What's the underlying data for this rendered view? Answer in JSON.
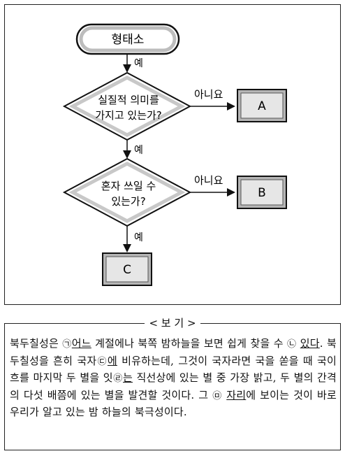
{
  "flowchart": {
    "start": "형태소",
    "decision1": [
      "실질적 의미를",
      "가지고 있는가?"
    ],
    "decision2": [
      "혼자 쓰일 수",
      "있는가?"
    ],
    "yes": "예",
    "no": "아니요",
    "box_a": "A",
    "box_b": "B",
    "box_c": "C"
  },
  "bogi": {
    "title": "< 보 기 >",
    "segments": [
      {
        "text": "   북두칠성은 "
      },
      {
        "text": "㉠",
        "mark": true
      },
      {
        "text": "어느",
        "u": true
      },
      {
        "text": " 계절에나 북쪽 밤하늘을 보면 쉽게 찾을 수 "
      },
      {
        "text": "㉡",
        "mark": true
      },
      {
        "text": " "
      },
      {
        "text": "있다",
        "u": true
      },
      {
        "text": ". 북두칠성을 흔히 국자"
      },
      {
        "text": "㉢",
        "mark": true
      },
      {
        "text": "에",
        "u": true
      },
      {
        "text": " 비유하는데, 그것이 국자라면 국을 쏟을 때 국이 흐를 마지막 두 별을 잇"
      },
      {
        "text": "㉣",
        "mark": true
      },
      {
        "text": "는",
        "u": true
      },
      {
        "text": " 직선상에 있는 별 중 가장 밝고, 두 별의 간격의 다섯 배쯤에 있는 별을 발견할 것이다. 그 "
      },
      {
        "text": "㉤",
        "mark": true
      },
      {
        "text": " "
      },
      {
        "text": "자리",
        "u": true
      },
      {
        "text": "에 보이는 것이 바로 우리가 알고 있는 밤 하늘의 북극성이다."
      }
    ]
  }
}
